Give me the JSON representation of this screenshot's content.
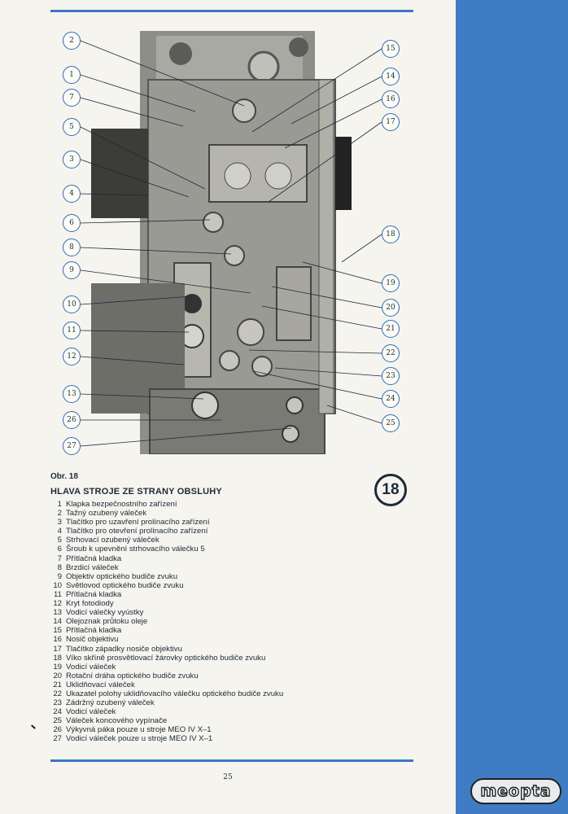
{
  "figure": {
    "label": "Obr. 18",
    "title": "HLAVA STROJE ZE STRANY OBSLUHY",
    "badge": "18",
    "callouts_left": [
      "2",
      "1",
      "7",
      "5",
      "3",
      "4",
      "6",
      "8",
      "9",
      "10",
      "11",
      "12",
      "13",
      "26",
      "27"
    ],
    "callouts_right": [
      "15",
      "14",
      "16",
      "17",
      "18",
      "19",
      "20",
      "21",
      "22",
      "23",
      "24",
      "25"
    ]
  },
  "legend": [
    {
      "num": "1",
      "text": "Klapka bezpečnostního zařízení"
    },
    {
      "num": "2",
      "text": "Tažný ozubený váleček"
    },
    {
      "num": "3",
      "text": "Tlačítko pro uzavření prolínacího zařízení"
    },
    {
      "num": "4",
      "text": "Tlačítko pro otevření prolínacího zařízení"
    },
    {
      "num": "5",
      "text": "Strhovací ozubený váleček"
    },
    {
      "num": "6",
      "text": "Šroub k upevnění strhovacího válečku 5"
    },
    {
      "num": "7",
      "text": "Přítlačná kladka"
    },
    {
      "num": "8",
      "text": "Brzdicí váleček"
    },
    {
      "num": "9",
      "text": "Objektiv optického budiče zvuku"
    },
    {
      "num": "10",
      "text": "Světlovod optického budiče zvuku"
    },
    {
      "num": "11",
      "text": "Přítlačná kladka"
    },
    {
      "num": "12",
      "text": "Kryt fotodiody"
    },
    {
      "num": "13",
      "text": "Vodicí válečky vyústky"
    },
    {
      "num": "14",
      "text": "Olejoznak průtoku oleje"
    },
    {
      "num": "15",
      "text": "Přítlačná kladka"
    },
    {
      "num": "16",
      "text": "Nosič objektivu"
    },
    {
      "num": "17",
      "text": "Tlačítko západky nosiče objektivu"
    },
    {
      "num": "18",
      "text": "Víko skříně prosvětlovací žárovky optického budiče zvuku"
    },
    {
      "num": "19",
      "text": "Vodicí váleček"
    },
    {
      "num": "20",
      "text": "Rotační dráha optického budiče zvuku"
    },
    {
      "num": "21",
      "text": "Uklidňovací váleček"
    },
    {
      "num": "22",
      "text": "Ukazatel polohy uklidňovacího válečku optického budiče zvuku"
    },
    {
      "num": "23",
      "text": "Zádržný ozubený váleček"
    },
    {
      "num": "24",
      "text": "Vodicí váleček"
    },
    {
      "num": "25",
      "text": "Váleček koncového vypínače"
    },
    {
      "num": "26",
      "text": "Výkyvná páka pouze u stroje MEO IV X–1"
    },
    {
      "num": "27",
      "text": "Vodicí váleček pouze u stroje MEO IV X–1"
    }
  ],
  "page_number": "25",
  "logo_text": "meopta",
  "colors": {
    "accent": "#3f7cc3",
    "text": "#1c2a3a",
    "paper": "#f6f4ee"
  }
}
